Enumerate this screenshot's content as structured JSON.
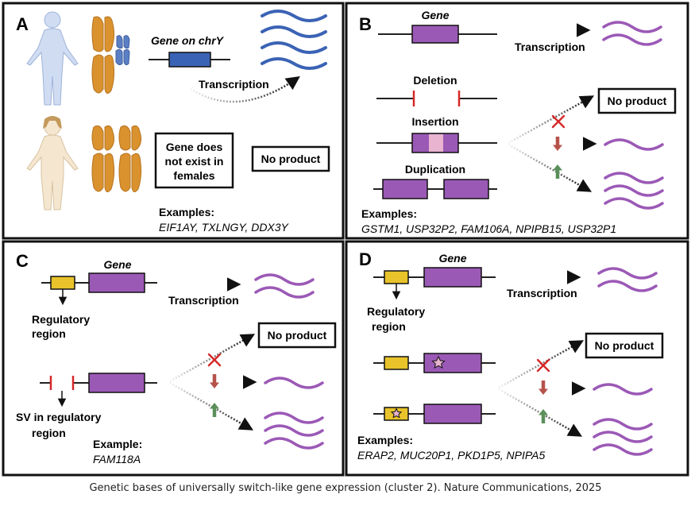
{
  "panels": {
    "a": {
      "letter": "A",
      "gene_on_chry": "Gene on chrY",
      "transcription": "Transcription",
      "female_box": [
        "Gene does",
        "not exist in",
        "females"
      ],
      "no_product": "No product",
      "examples_label": "Examples:",
      "examples": "EIF1AY, TXLNGY, DDX3Y"
    },
    "b": {
      "letter": "B",
      "gene": "Gene",
      "transcription": "Transcription",
      "deletion": "Deletion",
      "insertion": "Insertion",
      "duplication": "Duplication",
      "no_product": "No product",
      "examples_label": "Examples:",
      "examples": "GSTM1, USP32P2, FAM106A, NPIPB15, USP32P1"
    },
    "c": {
      "letter": "C",
      "gene": "Gene",
      "transcription": "Transcription",
      "regulatory": [
        "Regulatory",
        "region"
      ],
      "sv": [
        "SV in regulatory",
        "region"
      ],
      "no_product": "No product",
      "example_label": "Example:",
      "example": "FAM118A"
    },
    "d": {
      "letter": "D",
      "gene": "Gene",
      "transcription": "Transcription",
      "regulatory": [
        "Regulatory",
        "region"
      ],
      "no_product": "No product",
      "examples_label": "Examples:",
      "examples": "ERAP2, MUC20P1, PKD1P5, NPIPA5"
    }
  },
  "caption": "Genetic bases of universally switch-like gene expression (cluster 2). Nature Communications, 2025",
  "colors": {
    "gene_purple": "#9b59b6",
    "gene_blue": "#3b63b5",
    "regulatory_yellow": "#e8c32a",
    "insertion_pink": "#e8b4cf",
    "deletion_red": "#d62828",
    "decrease_arrow": "#b5524a",
    "increase_arrow": "#5a8f5a",
    "chromosome_orange": "#d9922e",
    "chromosome_y_blue": "#5b7fc4"
  }
}
